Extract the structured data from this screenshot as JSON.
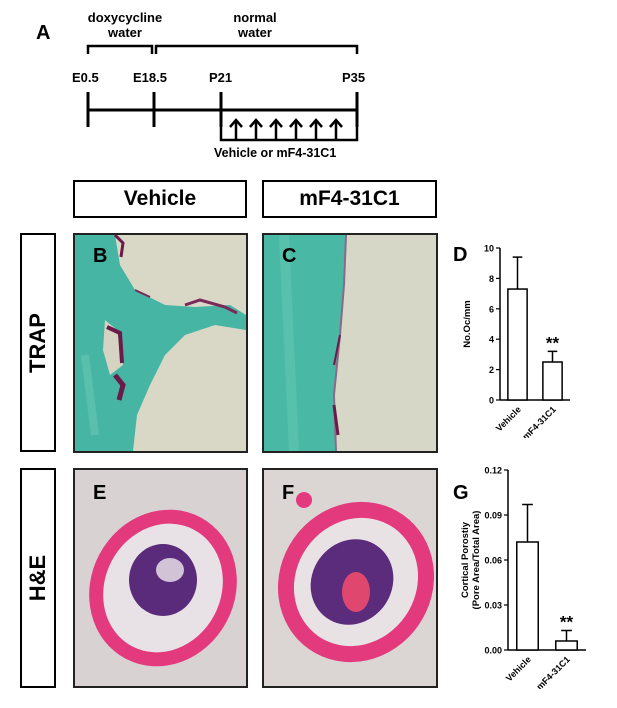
{
  "panels": {
    "a": "A",
    "b": "B",
    "c": "C",
    "d": "D",
    "e": "E",
    "f": "F",
    "g": "G"
  },
  "timeline": {
    "phase1": "doxycycline\nwater",
    "phase2": "normal\nwater",
    "ticks": [
      "E0.5",
      "E18.5",
      "P21",
      "P35"
    ],
    "treatment": "Vehicle or mF4-31C1"
  },
  "columns": {
    "vehicle": "Vehicle",
    "treatment": "mF4-31C1"
  },
  "rows": {
    "trap": "TRAP",
    "he": "H&E"
  },
  "colors": {
    "trap_bg": "#dcd9c8",
    "trap_bone": "#3fb4a0",
    "trap_stain": "#6b1a4a",
    "he_bone": "#e0307a",
    "he_bg": "#d8d2cf",
    "he_marrow": "#5a2a7a"
  },
  "chart_data": [
    {
      "type": "bar",
      "title": "",
      "xlabel": "",
      "ylabel": "No.Oc/mm",
      "categories": [
        "Vehicle",
        "mF4-31C1"
      ],
      "values": [
        7.3,
        2.5
      ],
      "errors": [
        2.1,
        0.7
      ],
      "annotations": [
        "",
        "**"
      ],
      "ylim": [
        0,
        10
      ],
      "yticks": [
        "0",
        "2",
        "4",
        "6",
        "8",
        "10"
      ],
      "grid": false
    },
    {
      "type": "bar",
      "title": "",
      "xlabel": "",
      "ylabel": "Cortical Porostiy\n(Pore Area/Total Area)",
      "categories": [
        "Vehicle",
        "mF4-31C1"
      ],
      "values": [
        0.072,
        0.006
      ],
      "errors": [
        0.025,
        0.007
      ],
      "annotations": [
        "",
        "**"
      ],
      "ylim": [
        0,
        0.12
      ],
      "yticks": [
        "0.00",
        "0.03",
        "0.06",
        "0.09",
        "0.12"
      ],
      "grid": false
    }
  ]
}
